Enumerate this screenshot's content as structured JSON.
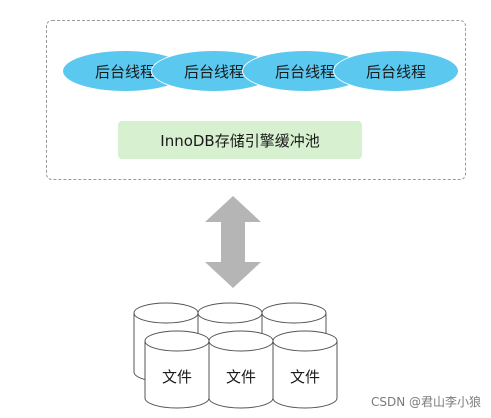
{
  "threads": [
    "后台线程",
    "后台线程",
    "后台线程",
    "后台线程"
  ],
  "buffer_pool_label": "InnoDB存储引擎缓冲池",
  "files": [
    "文件",
    "文件",
    "文件"
  ],
  "watermark": "CSDN @君山李小狼",
  "colors": {
    "thread_fill": "#5bc8ef",
    "buffer_fill": "#d6f0d0",
    "arrow_fill": "#b5b5b5",
    "disk_stroke": "#555555"
  }
}
